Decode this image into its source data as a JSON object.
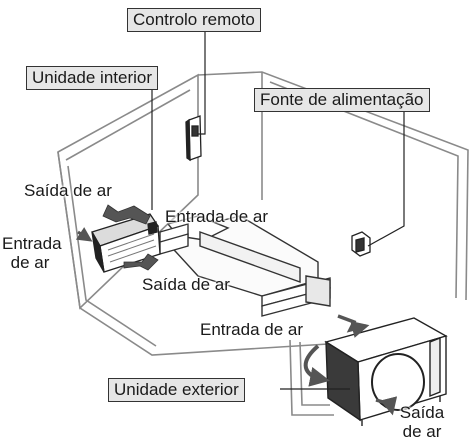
{
  "labels": {
    "remote_control": "Controlo remoto",
    "indoor_unit": "Unidade interior",
    "power_supply": "Fonte de alimentação",
    "outdoor_unit": "Unidade exterior",
    "air_outlet_indoor": "Saída de ar",
    "air_inlet_left_line1": "Entrada",
    "air_inlet_left_line2": "de ar",
    "air_inlet_top": "Entrada de ar",
    "air_outlet_bottom": "Saída de ar",
    "air_inlet_outdoor": "Entrada de ar",
    "air_outlet_outdoor_line1": "Saída",
    "air_outlet_outdoor_line2": "de ar"
  },
  "colors": {
    "wall_stroke": "#8a8a8a",
    "line": "#222222",
    "label_box": "#e6e6e6",
    "arrow_fill": "#666666"
  }
}
